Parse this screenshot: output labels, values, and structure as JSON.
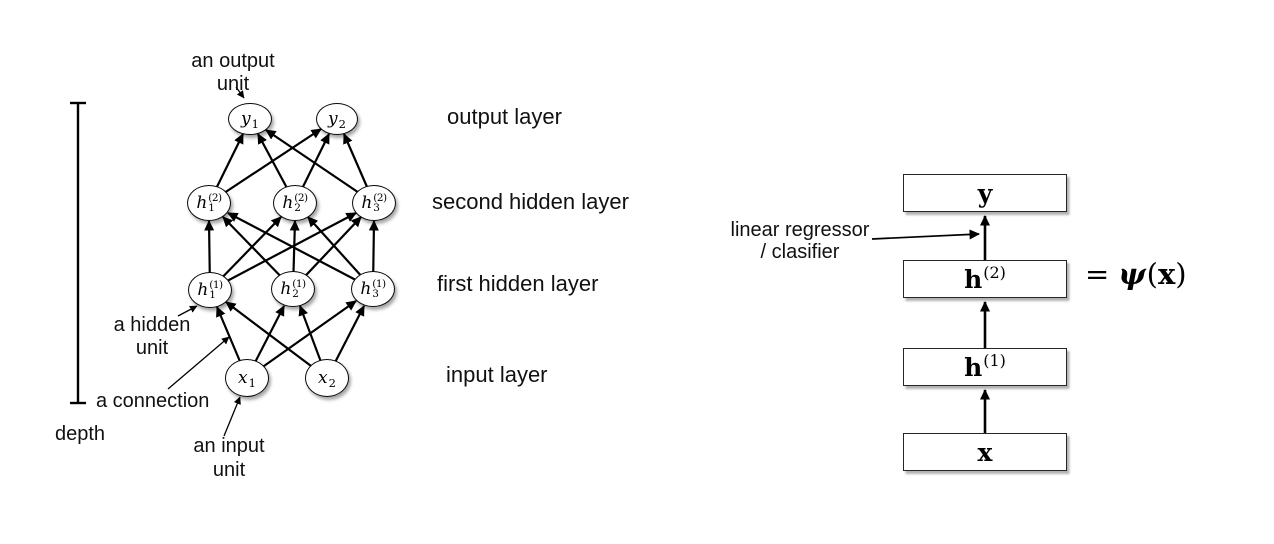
{
  "left_diagram": {
    "annotations": {
      "output_unit_line1": "an output",
      "output_unit_line2": "unit",
      "hidden_unit_line1": "a hidden",
      "hidden_unit_line2": "unit",
      "connection": "a connection",
      "input_unit_line1": "an input",
      "input_unit_line2": "unit",
      "depth": "depth"
    },
    "layer_labels": {
      "output": "output layer",
      "second_hidden": "second hidden layer",
      "first_hidden": "first hidden layer",
      "input": "input layer"
    },
    "nodes": {
      "y1": {
        "base": "y",
        "sub": "1"
      },
      "y2": {
        "base": "y",
        "sub": "2"
      },
      "h2_1": {
        "base": "h",
        "sub": "1",
        "sup": "(2)"
      },
      "h2_2": {
        "base": "h",
        "sub": "2",
        "sup": "(2)"
      },
      "h2_3": {
        "base": "h",
        "sub": "3",
        "sup": "(2)"
      },
      "h1_1": {
        "base": "h",
        "sub": "1",
        "sup": "(1)"
      },
      "h1_2": {
        "base": "h",
        "sub": "2",
        "sup": "(1)"
      },
      "h1_3": {
        "base": "h",
        "sub": "3",
        "sup": "(1)"
      },
      "x1": {
        "base": "x",
        "sub": "1"
      },
      "x2": {
        "base": "x",
        "sub": "2"
      }
    }
  },
  "right_diagram": {
    "annotation_line1": "linear regressor",
    "annotation_line2": "/ clasifier",
    "boxes": {
      "y": {
        "base": "y"
      },
      "h2": {
        "base": "h",
        "sup": "(2)"
      },
      "h1": {
        "base": "h",
        "sup": "(1)"
      },
      "x": {
        "base": "x"
      }
    },
    "equation": {
      "equals": "=",
      "func": "ψ",
      "open": "(",
      "arg": "x",
      "close": ")"
    }
  },
  "colors": {
    "ink": "#000000",
    "background": "#ffffff"
  }
}
